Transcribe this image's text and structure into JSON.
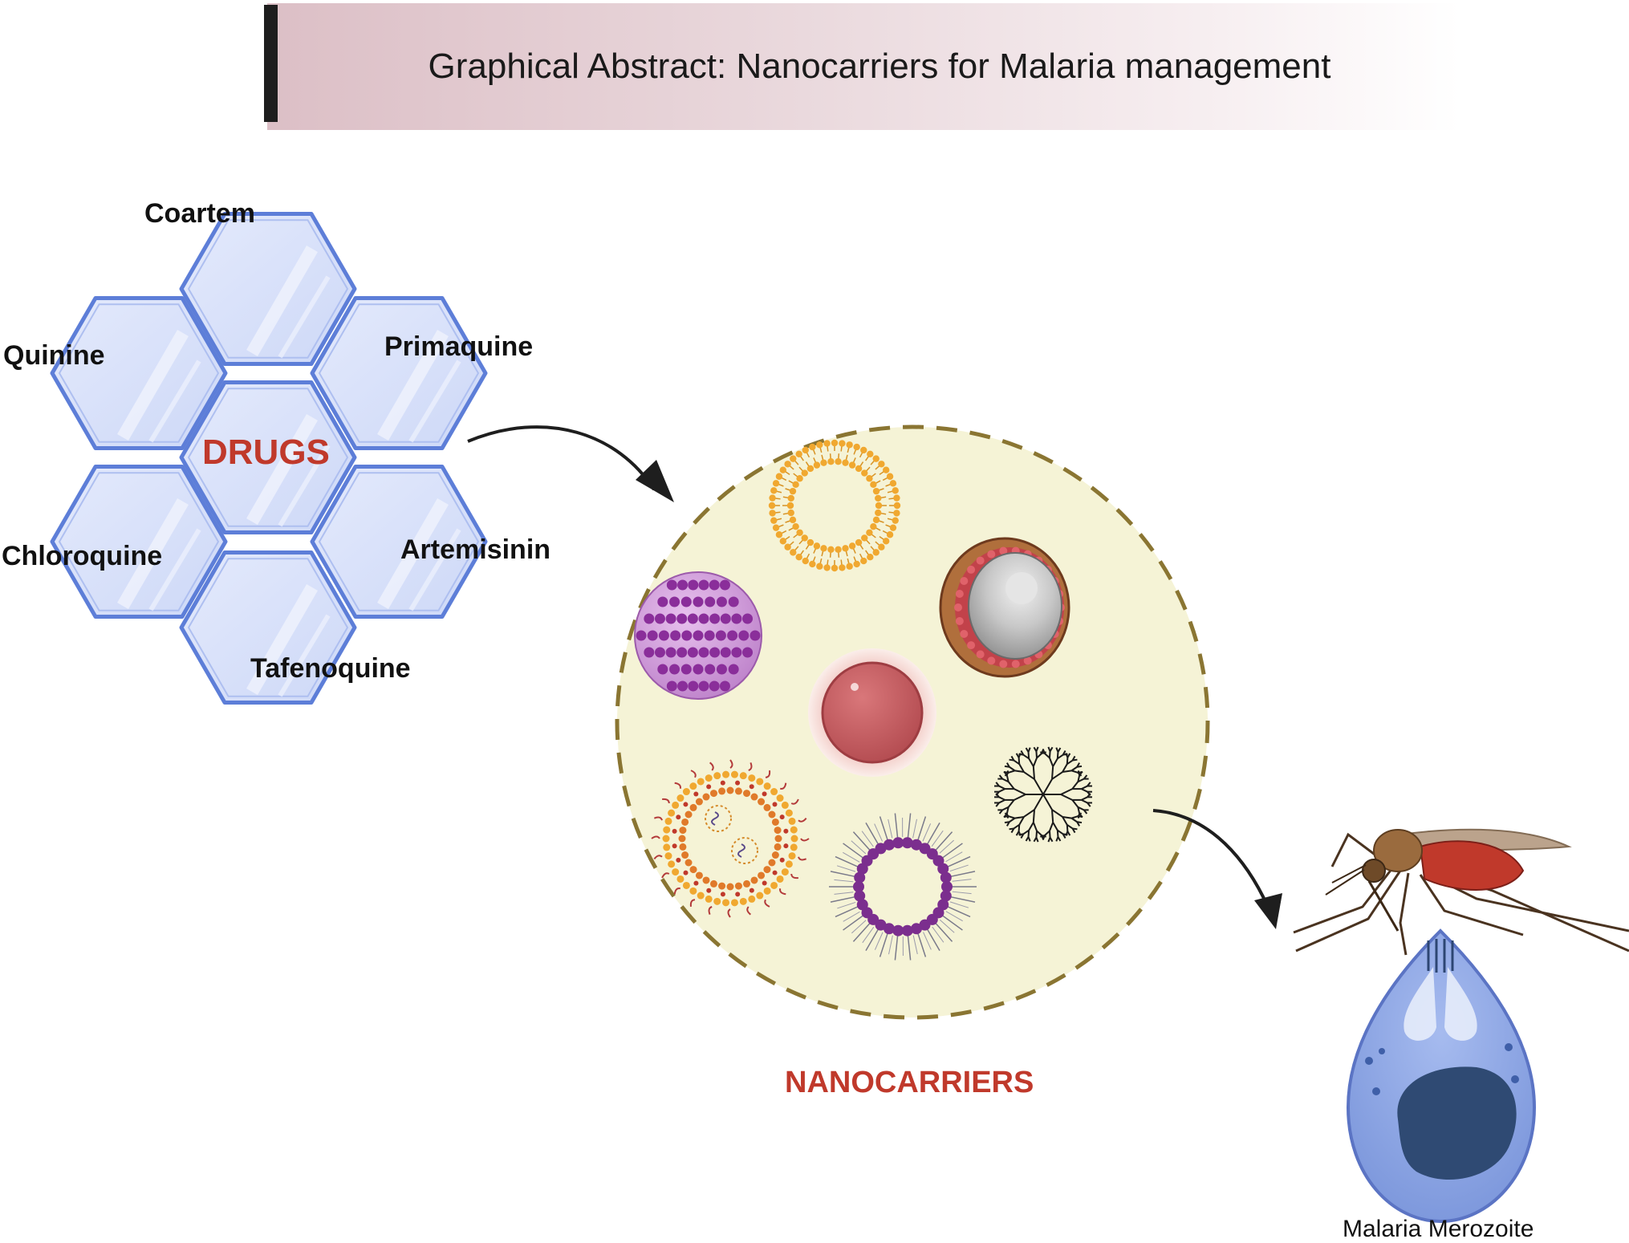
{
  "title": "Graphical Abstract: Nanocarriers for Malaria management",
  "drugs": {
    "center_label": "DRUGS",
    "items": [
      "Coartem",
      "Quinine",
      "Primaquine",
      "Chloroquine",
      "Artemisinin",
      "Tafenoquine"
    ]
  },
  "nanocarriers": {
    "label": "NANOCARRIERS"
  },
  "target": {
    "label": "Malaria Merozoite"
  },
  "colors": {
    "hexagon_fill": "#dbe3fa",
    "hexagon_stroke": "#5d7ed8",
    "label_red": "#c0392b",
    "circle_fill": "#f5f3d6",
    "circle_stroke": "#8a7532",
    "liposome_orange": "#f0a830",
    "micelle_purple": "#7b2e8e",
    "erythrocyte_red": "#c8555a",
    "merozoite_blue": "#8aa3e0",
    "mosquito_red": "#c0392b"
  }
}
